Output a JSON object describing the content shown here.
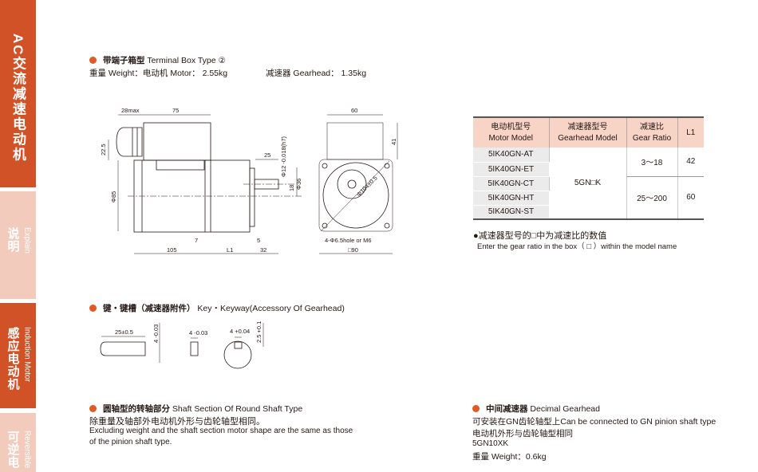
{
  "sidebar": {
    "tabs": [
      {
        "cn": "AC交流减速电动机",
        "en": ""
      },
      {
        "cn": "说明",
        "en": "Explain"
      },
      {
        "cn": "感应电动机",
        "en": "Induction Motor"
      },
      {
        "cn": "可逆电",
        "en": "Reversible"
      }
    ]
  },
  "terminal": {
    "title_cn": "带端子箱型",
    "title_en": "Terminal Box Type ②",
    "weight": "重量 Weight：电动机 Motor： 2.55kg",
    "gearhead": "减速器 Gearhead： 1.35kg"
  },
  "drawing": {
    "d28": "28max",
    "d75": "75",
    "d225": "22.5",
    "d85": "Φ85",
    "d25": "25",
    "d12": "Φ12 -0.018(h7)",
    "d36": "Φ36",
    "d18": "18",
    "d7": "7",
    "d5": "5",
    "d105": "105",
    "dL1": "L1",
    "d32": "32",
    "d60": "60",
    "d41": "41",
    "d104": "Φ104±0.5",
    "hole": "4-Φ6.5hole or M6",
    "d90": "□90"
  },
  "table": {
    "headers": [
      {
        "cn": "电动机型号",
        "en": "Motor Model"
      },
      {
        "cn": "减速器型号",
        "en": "Gearhead Model"
      },
      {
        "cn": "减速比",
        "en": "Gear Ratio"
      },
      {
        "cn": "L1",
        "en": ""
      }
    ],
    "models": [
      "5IK40GN-AT",
      "5IK40GN-ET",
      "5IK40GN-CT",
      "5IK40GN-HT",
      "5IK40GN-ST"
    ],
    "gearhead": "5GN□K",
    "ratios": [
      {
        "ratio": "3～18",
        "l1": "42"
      },
      {
        "ratio": "25～200",
        "l1": "60"
      }
    ],
    "note_cn": "●减速器型号的□中为减速比的数值",
    "note_en": "Enter the gear ratio in the box（ □ ）within the model name"
  },
  "key": {
    "title_cn": "键・键槽（减速器附件）",
    "title_en": "Key・Keyway(Accessory Of Gearhead)",
    "d25": "25±0.5",
    "d4a": "4 -0.03",
    "d4b": "4 -0.03",
    "d4c": "4 +0.04",
    "d25b": "2.5 +0.1"
  },
  "shaft": {
    "title_cn": "圆轴型的转轴部分",
    "title_en": "Shaft Section Of Round Shaft Type",
    "line1": "除重量及轴部外电动机外形与齿轮轴型相同。",
    "line2": "Excluding weight and the shaft section motor shape are the same as those",
    "line3": "of the pinion shaft type."
  },
  "decimal": {
    "title_cn": "中间减速器",
    "title_en": "Decimal Gearhead",
    "line1": "可安装在GN齿轮轴型上Can be connected to GN pinion shaft type",
    "line2": "电动机外形与齿轮轴型相同",
    "line3": "5GN10XK",
    "line4": "重量 Weight：0.6kg"
  },
  "colors": {
    "accent": "#d25227",
    "light": "#f3cbbd",
    "header": "#f7d4c5"
  }
}
